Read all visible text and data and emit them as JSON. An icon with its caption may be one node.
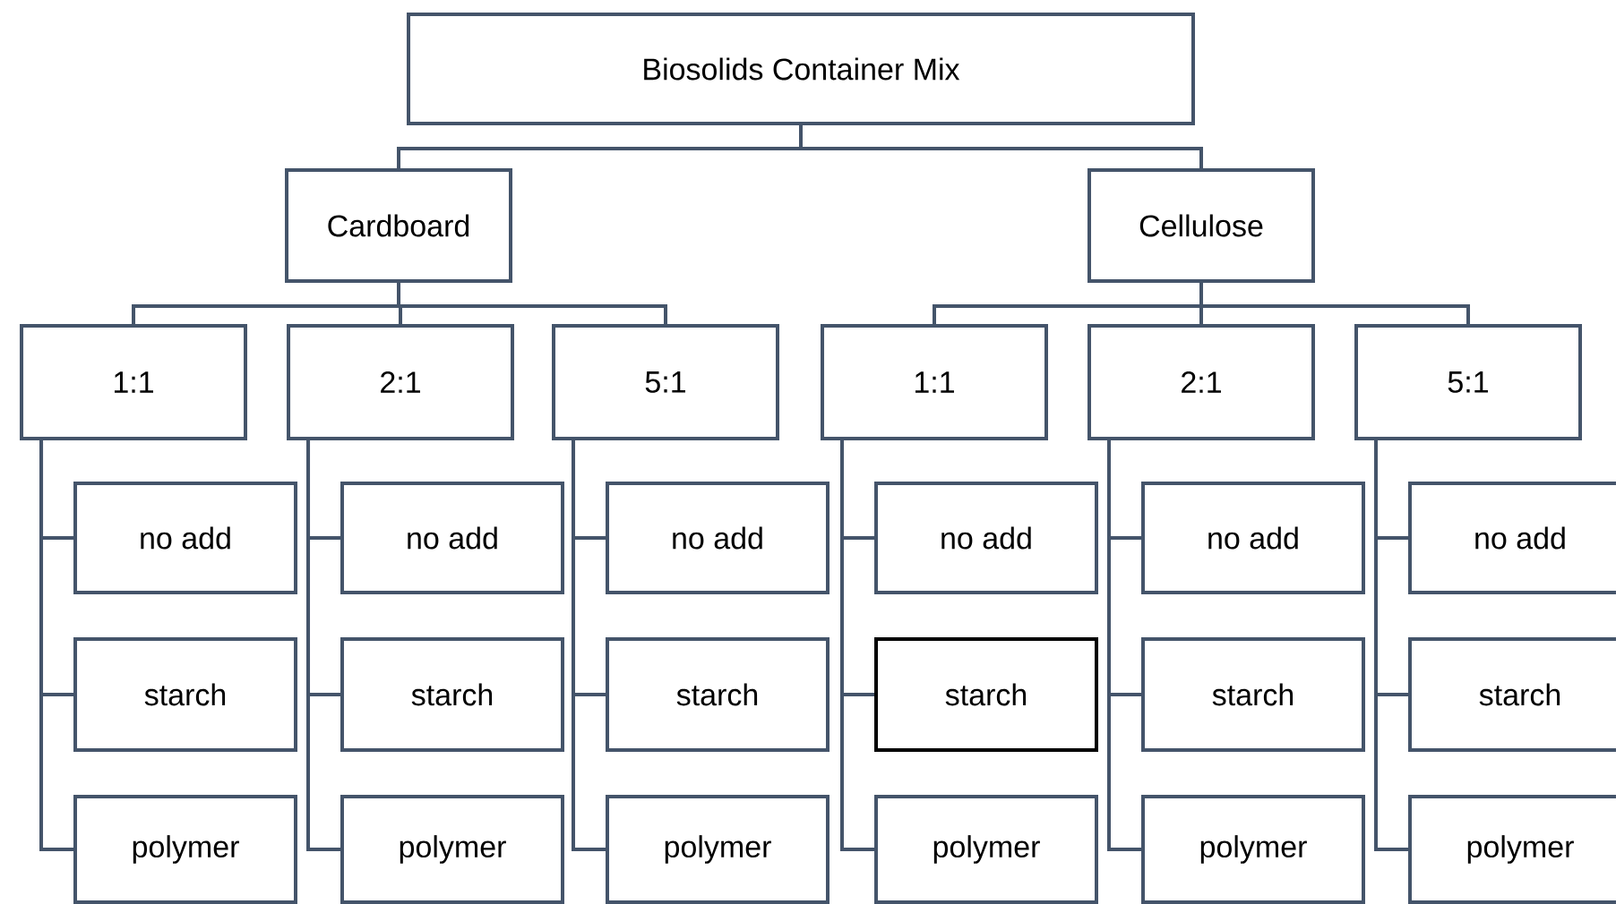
{
  "diagram": {
    "nodes": [
      {
        "text": [
          "Biosolids Container Mix"
        ]
      },
      {
        "text": [
          "Cardboard"
        ]
      },
      {
        "text": [
          "Cellulose"
        ]
      },
      {
        "text": [
          "1:1"
        ]
      },
      {
        "text": [
          "2:1"
        ]
      },
      {
        "text": [
          "5:1"
        ]
      },
      {
        "text": [
          "1:1"
        ]
      },
      {
        "text": [
          "2:1"
        ]
      },
      {
        "text": [
          "5:1"
        ]
      },
      {
        "text": [
          "no add"
        ]
      },
      {
        "text": [
          "no add"
        ]
      },
      {
        "text": [
          "no add"
        ]
      },
      {
        "text": [
          "no add"
        ]
      },
      {
        "text": [
          "no add"
        ]
      },
      {
        "text": [
          "no add"
        ]
      },
      {
        "text": [
          "starch"
        ]
      },
      {
        "text": [
          "starch"
        ]
      },
      {
        "text": [
          "starch"
        ]
      },
      {
        "text": [
          "starch"
        ]
      },
      {
        "text": [
          "starch"
        ]
      },
      {
        "text": [
          "starch"
        ]
      },
      {
        "text": [
          "polymer"
        ]
      },
      {
        "text": [
          "polymer"
        ]
      },
      {
        "text": [
          "polymer"
        ]
      },
      {
        "text": [
          "polymer"
        ]
      },
      {
        "text": [
          "polymer"
        ]
      },
      {
        "text": [
          "polymer"
        ]
      }
    ],
    "edges": [
      {
        "from": 0,
        "to": 1,
        "arrow": "none"
      },
      {
        "from": 0,
        "to": 2,
        "arrow": "none"
      },
      {
        "from": 1,
        "to": 3,
        "arrow": "none"
      },
      {
        "from": 1,
        "to": 4,
        "arrow": "none"
      },
      {
        "from": 1,
        "to": 5,
        "arrow": "none"
      },
      {
        "from": 2,
        "to": 6,
        "arrow": "none"
      },
      {
        "from": 2,
        "to": 7,
        "arrow": "none"
      },
      {
        "from": 2,
        "to": 8,
        "arrow": "none"
      },
      {
        "from": 3,
        "to": 9,
        "arrow": "none"
      },
      {
        "from": 3,
        "to": 15,
        "arrow": "none"
      },
      {
        "from": 3,
        "to": 21,
        "arrow": "none"
      },
      {
        "from": 4,
        "to": 10,
        "arrow": "none"
      },
      {
        "from": 4,
        "to": 16,
        "arrow": "none"
      },
      {
        "from": 4,
        "to": 22,
        "arrow": "none"
      },
      {
        "from": 5,
        "to": 11,
        "arrow": "none"
      },
      {
        "from": 5,
        "to": 17,
        "arrow": "none"
      },
      {
        "from": 5,
        "to": 23,
        "arrow": "none"
      },
      {
        "from": 6,
        "to": 12,
        "arrow": "none"
      },
      {
        "from": 6,
        "to": 18,
        "arrow": "none"
      },
      {
        "from": 6,
        "to": 24,
        "arrow": "none"
      },
      {
        "from": 7,
        "to": 13,
        "arrow": "none"
      },
      {
        "from": 7,
        "to": 19,
        "arrow": "none"
      },
      {
        "from": 7,
        "to": 25,
        "arrow": "none"
      },
      {
        "from": 8,
        "to": 14,
        "arrow": "none"
      },
      {
        "from": 8,
        "to": 20,
        "arrow": "none"
      },
      {
        "from": 8,
        "to": 26,
        "arrow": "none"
      }
    ]
  }
}
